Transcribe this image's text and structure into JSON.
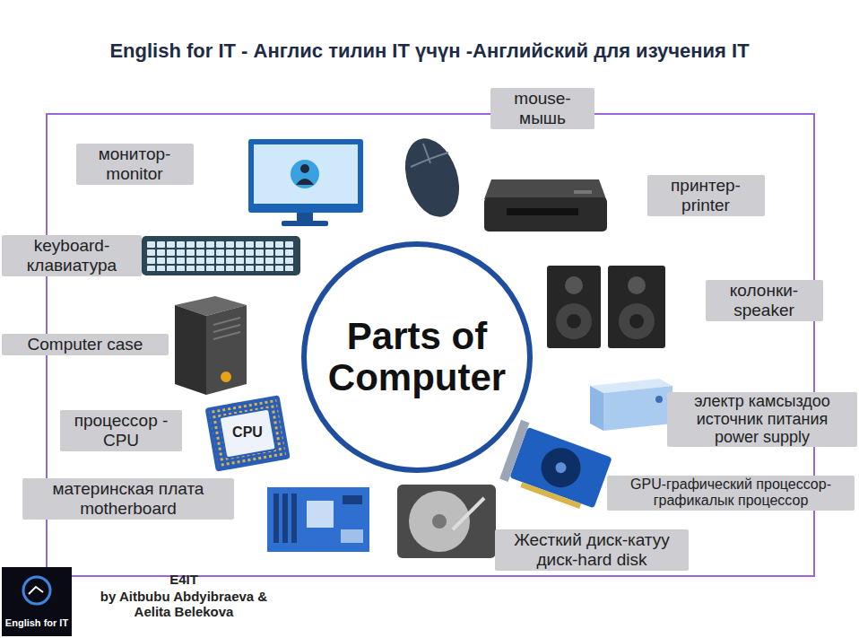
{
  "diagram": {
    "title": "English for IT - Англис тилин IT үчүн -Английский для изучения IT",
    "caption": "by Aitbubu Abdyibraeva & Aelita Belekova",
    "nodes": [
      {
        "text": [
          "Parts of Computer"
        ]
      }
    ],
    "labels": [
      "mouse- мышь",
      "монитор- monitor",
      "принтер- printer",
      "keyboard- клавиатура",
      "колонки- speaker",
      "Computer case",
      "электр камсыздоо источник питания power supply",
      "процессор -CPU",
      "CPU",
      "GPU-графический процессор- графикалык процессор",
      "материнская плата motherboard",
      "Жесткий диск-катуу диск-hard disk",
      "E4IT",
      "English for IT"
    ]
  }
}
